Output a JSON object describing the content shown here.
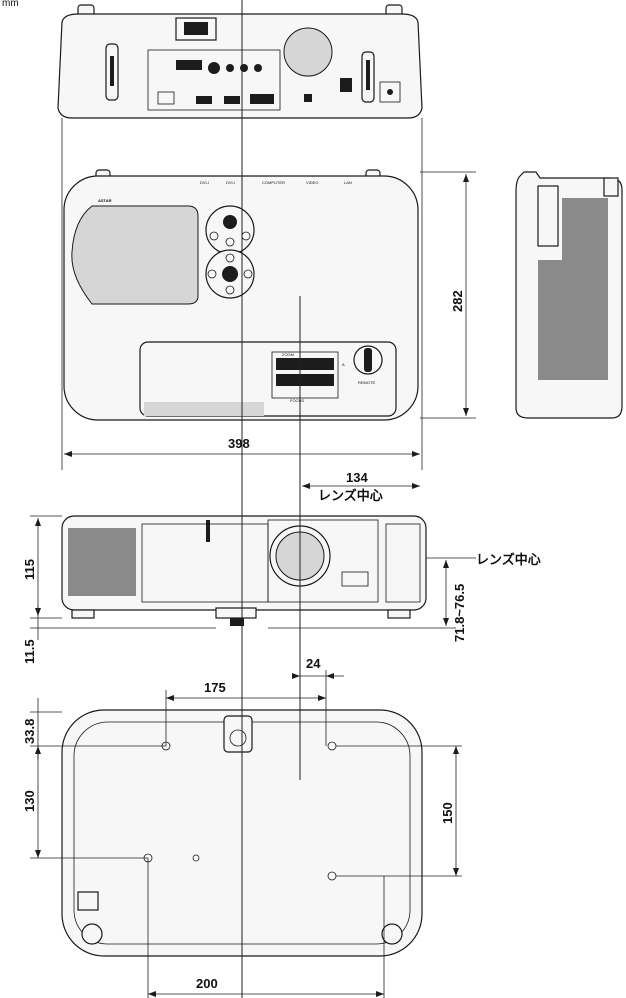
{
  "unit": "mm",
  "dimensions": {
    "width_398": "398",
    "depth_282": "282",
    "lens_offset_134": "134",
    "lens_offset_label": "レンズ中心",
    "height_115": "115",
    "foot_11_5": "11.5",
    "lens_height_range": "71.8~76.5",
    "lens_height_label": "レンズ中心",
    "offset_24": "24",
    "span_175": "175",
    "edge_33_8": "33.8",
    "span_130": "130",
    "span_150": "150",
    "span_200": "200"
  },
  "panel_labels": {
    "logo": "ASTAR",
    "port_1": "DVI-I",
    "port_2": "DVI-I",
    "port_3": "COMPUTER",
    "port_4": "VIDEO",
    "port_5": "LAN",
    "lens_mark": "A",
    "remote_label": "REMOTE",
    "focus_label": "FOCUS",
    "zoom_label": "ZOOM"
  }
}
